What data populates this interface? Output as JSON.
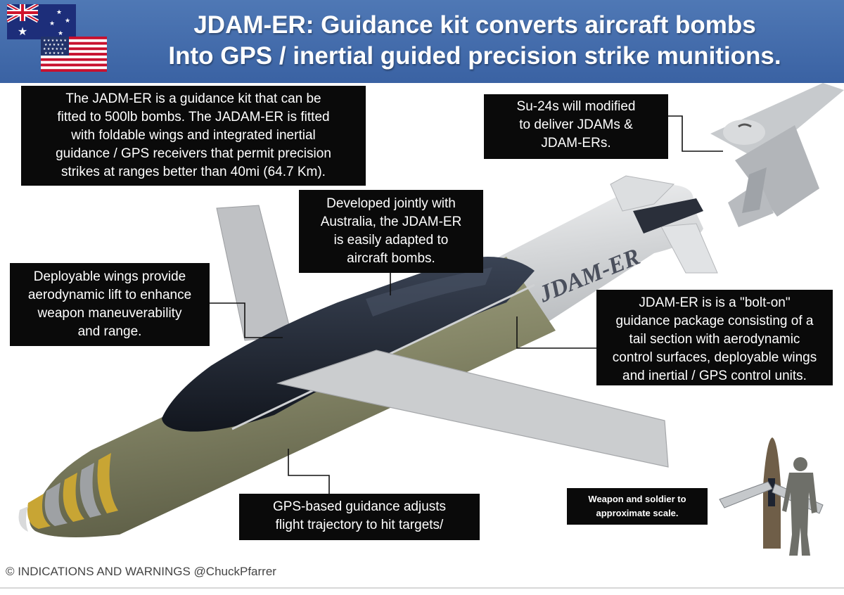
{
  "header": {
    "title_line1": "JDAM-ER: Guidance kit converts aircraft bombs",
    "title_line2": "Into GPS / inertial guided precision strike munitions."
  },
  "flags": {
    "australia": "australia-flag-icon",
    "usa": "usa-flag-icon"
  },
  "callouts": {
    "intro": {
      "line1": "The JADM-ER is a guidance kit that can be",
      "line2": "fitted to 500lb bombs.  The JADAM-ER  is fitted",
      "line3": "with foldable wings and integrated inertial",
      "line4": "guidance / GPS receivers that permit precision",
      "line5": "strikes at ranges better than 40mi (64.7 Km)."
    },
    "su24": {
      "line1": "Su-24s will modified",
      "line2": "to deliver JDAMs &",
      "line3": "JDAM-ERs."
    },
    "australia": {
      "line1": "Developed jointly with",
      "line2": "Australia, the JDAM-ER",
      "line3": "is easily adapted to",
      "line4": "aircraft bombs."
    },
    "wings": {
      "line1": "Deployable wings provide",
      "line2": "aerodynamic lift to enhance",
      "line3": "weapon maneuverability",
      "line4": "and range."
    },
    "boltOn": {
      "line1": "JDAM-ER is is a \"bolt-on\"",
      "line2": "guidance package consisting of a",
      "line3": "tail section with aerodynamic",
      "line4": "control surfaces, deployable wings",
      "line5": "and inertial / GPS control units."
    },
    "gps": {
      "line1": "GPS-based guidance adjusts",
      "line2": "flight trajectory to hit targets/"
    },
    "scale": {
      "line1": "Weapon  and soldier to",
      "line2": "approximate scale."
    }
  },
  "bomb_label": "JDAM-ER",
  "footer": "© INDICATIONS AND WARNINGS @ChuckPfarrer",
  "colors": {
    "header": "#3f68a8",
    "callout": "#0a0a0a",
    "bomb_body": "#8a8b6d",
    "tail": "#d6d8da",
    "wing": "#c9cbcd",
    "strake": "#1c2330",
    "nose_band": "#c8a534"
  }
}
